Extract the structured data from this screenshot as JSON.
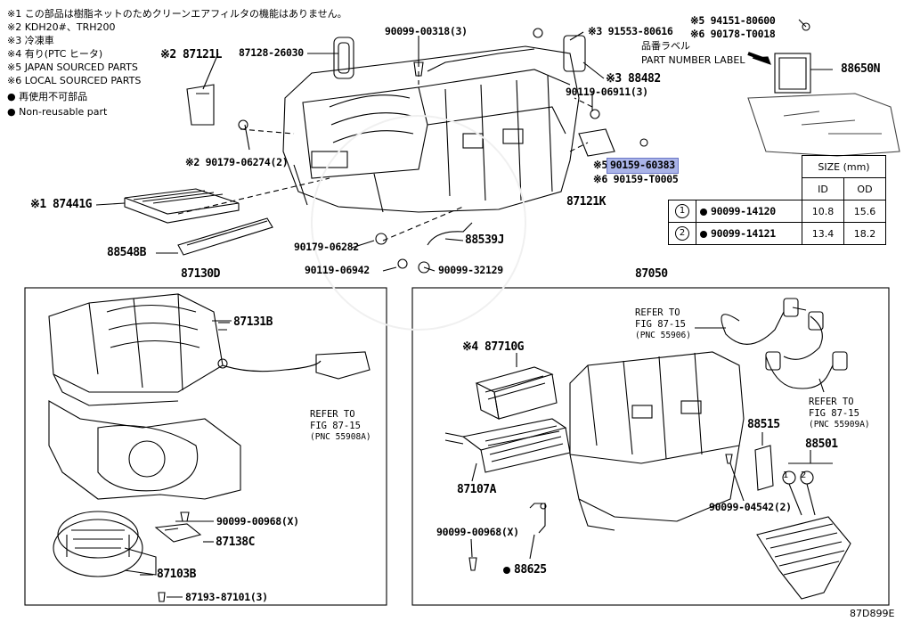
{
  "notes": [
    "※1 この部品は樹脂ネットのためクリーンエアフィルタの機能はありません。",
    "※2 KDH20#、TRH200",
    "※3 冷凍車",
    "※4 有り(PTC ヒータ)",
    "※5 JAPAN SOURCED PARTS",
    "※6 LOCAL SOURCED PARTS",
    "● 再使用不可部品",
    "● Non-reusable part"
  ],
  "labels": {
    "p87121L": "※2 87121L",
    "p87128": "87128-26030",
    "p90099_318": "90099-00318(3)",
    "p91553": "※3 91553-80616",
    "p88482": "※3 88482",
    "p90119_6911": "90119-06911(3)",
    "p94151": "※5 94151-80600",
    "p90178": "※6 90178-T0018",
    "hinban_label": "品番ラベル",
    "part_number_label": "PART NUMBER LABEL",
    "p88650N": "88650N",
    "p90179_6274": "※2 90179-06274(2)",
    "p90159_60383_prefix": "※5",
    "p90159_60383": "90159-60383",
    "p90159_T0005": "※6 90159-T0005",
    "p87121K": "87121K",
    "p87441G": "※1 87441G",
    "p88548B": "88548B",
    "p90179_6282": "90179-06282",
    "p88539J": "88539J",
    "p90119_6942": "90119-06942",
    "p90099_32129": "90099-32129",
    "p87130D": "87130D",
    "p87050": "87050",
    "p87131B": "87131B",
    "ref_left": [
      "REFER TO",
      "FIG 87-15",
      "(PNC 55908A)"
    ],
    "p90099_968_a": "90099-00968(X)",
    "p87138C": "87138C",
    "p87103B": "87103B",
    "p87193": "87193-87101(3)",
    "ref_top": [
      "REFER TO",
      "FIG 87-15",
      "(PNC 55906)"
    ],
    "p87710G": "※4 87710G",
    "ref_right": [
      "REFER TO",
      "FIG 87-15",
      "(PNC 55909A)"
    ],
    "p88515": "88515",
    "p88501": "88501",
    "p87107A": "87107A",
    "p90099_4542": "90099-04542(2)",
    "p90099_968_b": "90099-00968(X)",
    "p88625": "88625",
    "figure_id": "87D899E"
  },
  "size_table": {
    "header": "SIZE (mm)",
    "col_id": "ID",
    "col_od": "OD",
    "rows": [
      {
        "num": "1",
        "part": "90099-14120",
        "id": "10.8",
        "od": "15.6"
      },
      {
        "num": "2",
        "part": "90099-14121",
        "id": "13.4",
        "od": "18.2"
      }
    ]
  }
}
